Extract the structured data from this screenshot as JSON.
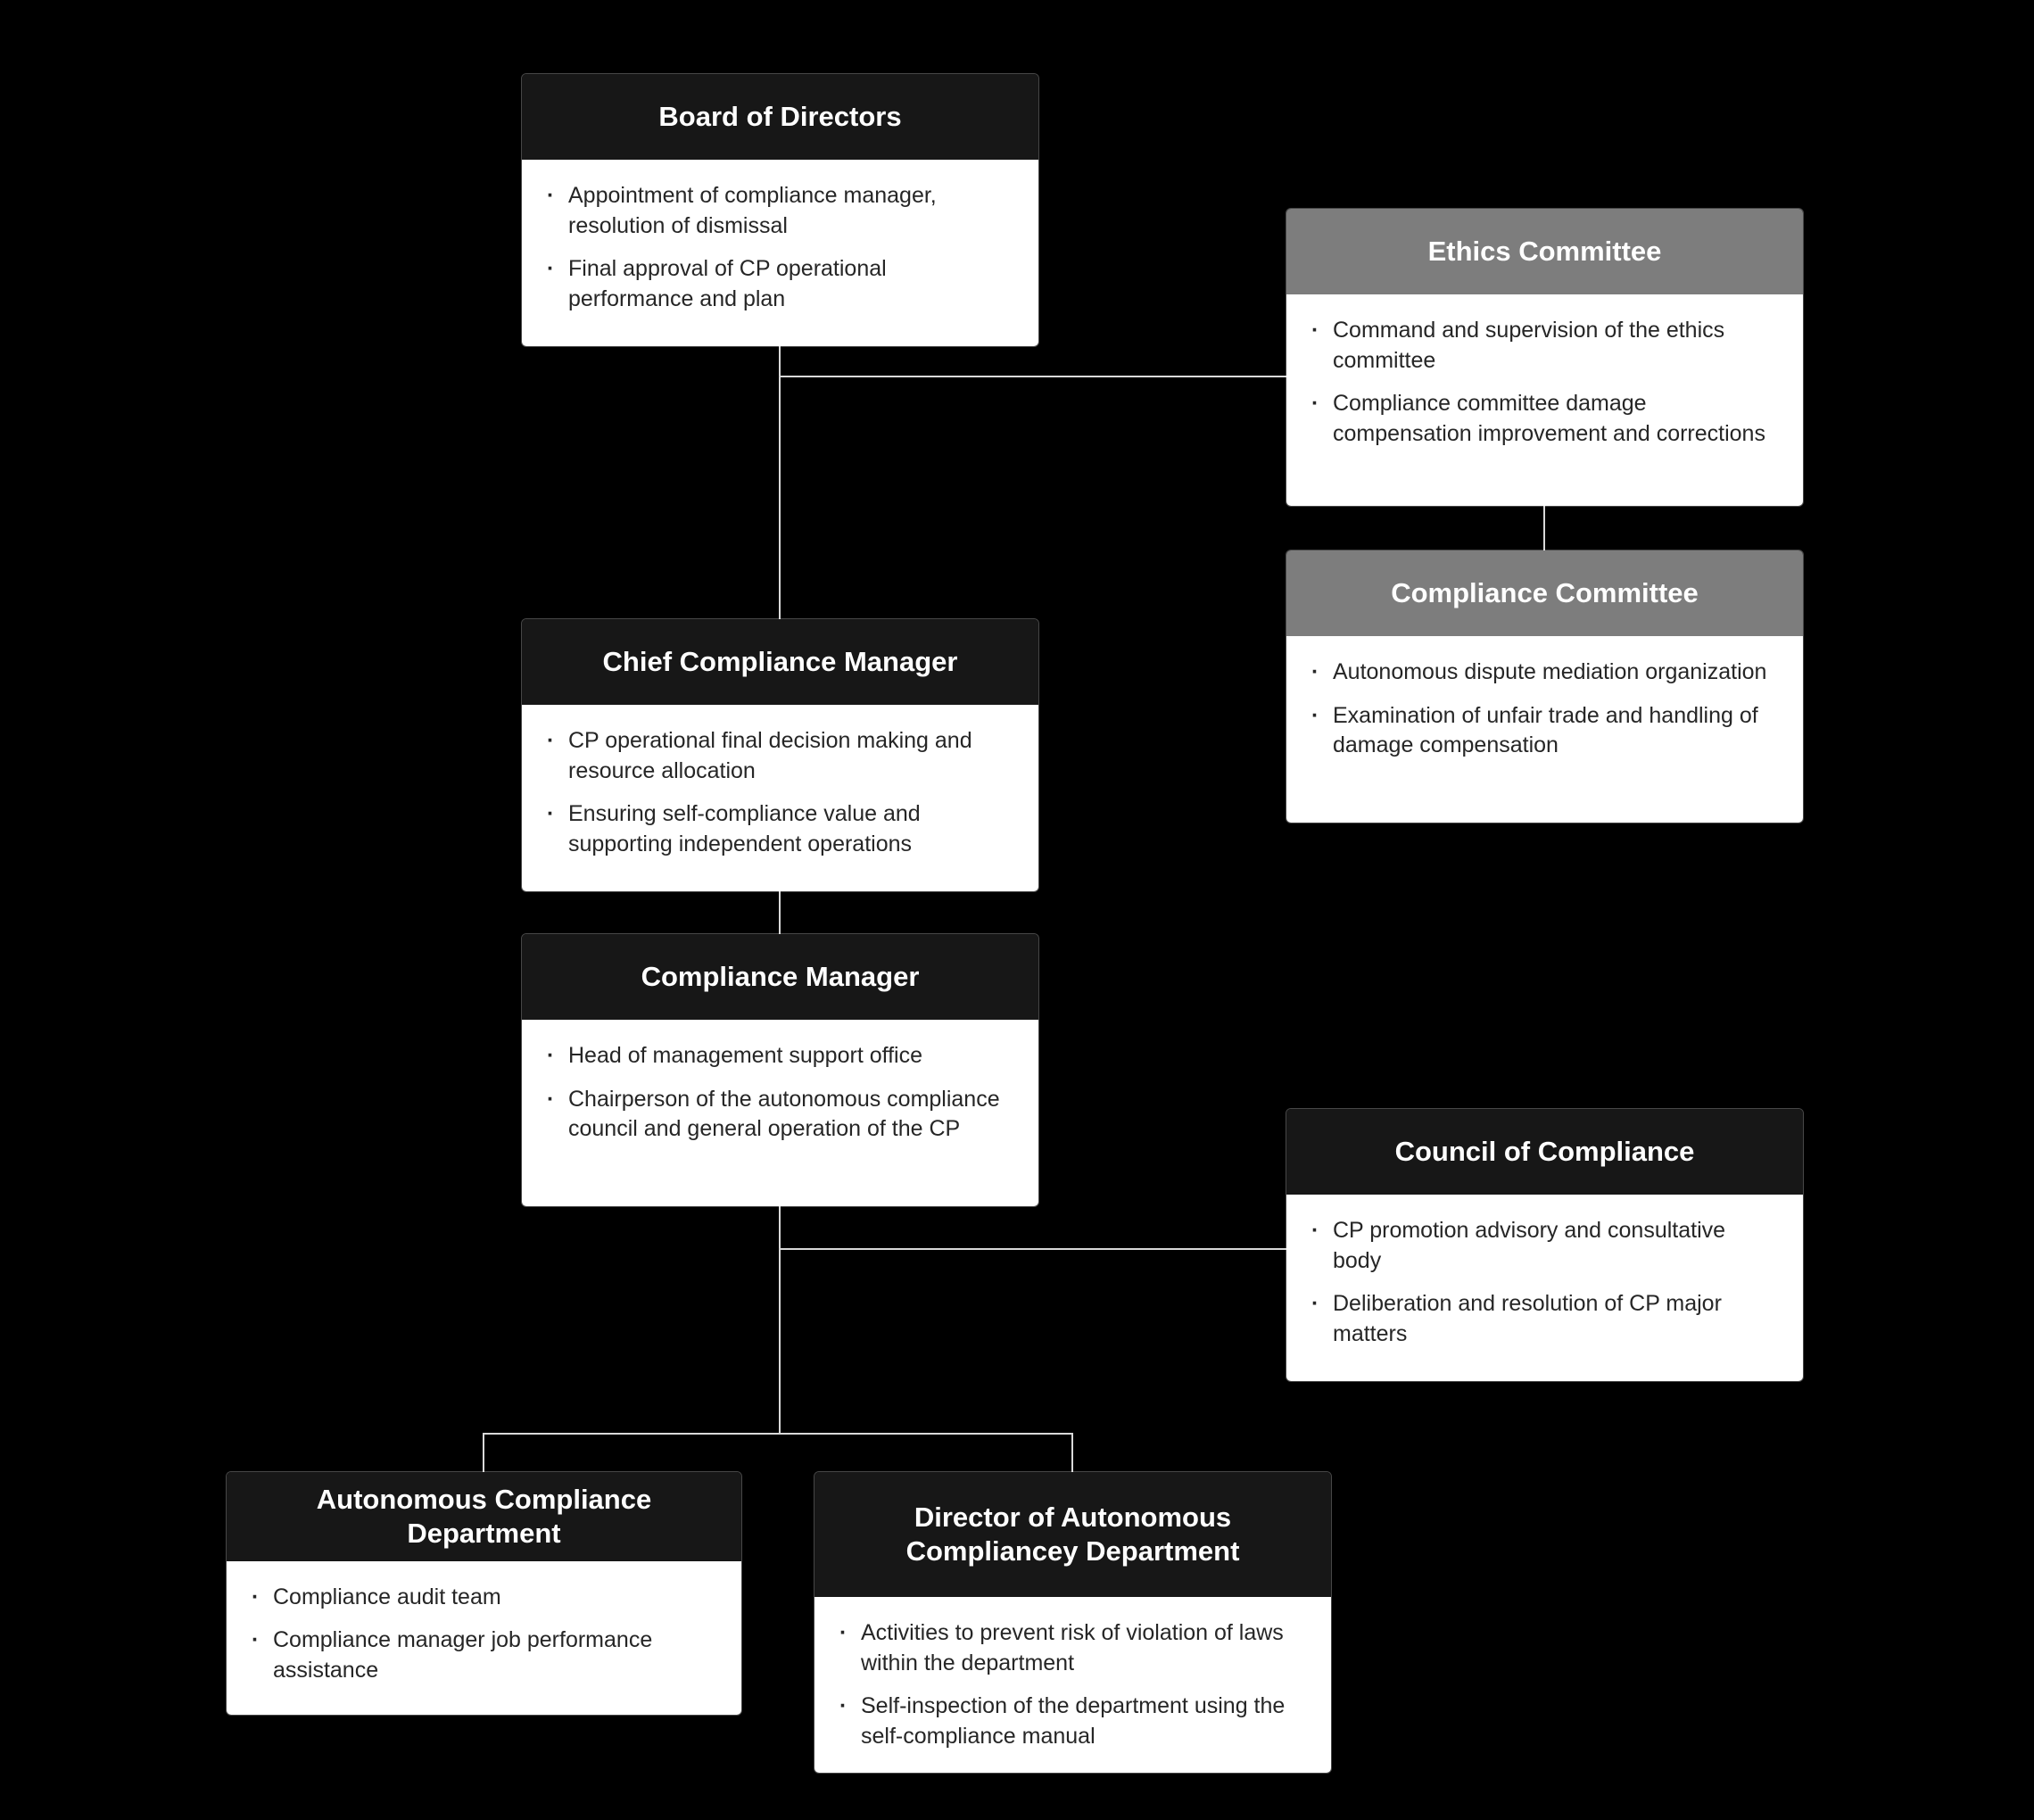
{
  "bullet_marker": "·",
  "colors": {
    "background": "#000000",
    "header_dark": "#171717",
    "header_gray": "#7d7d7d",
    "body_background": "#ffffff",
    "body_text": "#262626",
    "connector_line": "#d9d9d9"
  },
  "nodes": [
    {
      "title": "Board of Directors",
      "variant": "dark",
      "bullets": [
        "Appointment of compliance manager, resolution of dismissal",
        "Final approval of CP operational performance and plan"
      ]
    },
    {
      "title": "Ethics Committee",
      "variant": "gray",
      "bullets": [
        "Command and supervision of the ethics committee",
        "Compliance committee damage compensation improvement and corrections"
      ]
    },
    {
      "title": "Compliance Committee",
      "variant": "gray",
      "bullets": [
        "Autonomous dispute mediation organization",
        "Examination of unfair trade and handling of damage compensation"
      ]
    },
    {
      "title": "Chief Compliance Manager",
      "variant": "dark",
      "bullets": [
        "CP operational final decision making and resource allocation",
        "Ensuring self-compliance value and supporting independent operations"
      ]
    },
    {
      "title": "Compliance Manager",
      "variant": "dark",
      "bullets": [
        "Head of management support office",
        "Chairperson of the autonomous compliance council and general operation of the CP"
      ]
    },
    {
      "title": "Council of Compliance",
      "variant": "dark",
      "bullets": [
        "CP promotion advisory and consultative body",
        "Deliberation and resolution of CP major matters"
      ]
    },
    {
      "title": "Autonomous Compliance Department",
      "variant": "dark",
      "bullets": [
        "Compliance audit team",
        "Compliance manager job performance assistance"
      ]
    },
    {
      "title": "Director of Autonomous Compliancey Department",
      "variant": "dark",
      "bullets": [
        "Activities to prevent risk of violation of laws within the department",
        "Self-inspection of the department using the self-compliance manual"
      ]
    }
  ]
}
